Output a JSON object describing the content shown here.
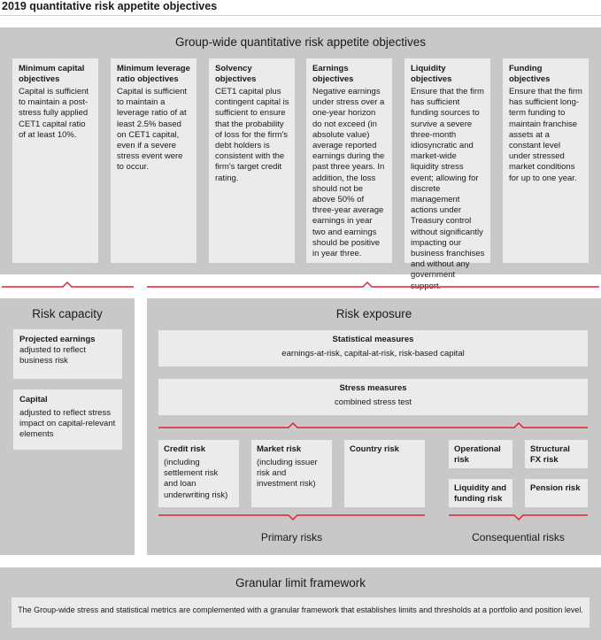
{
  "title": "2019 quantitative risk appetite objectives",
  "colors": {
    "accent": "#e5202e",
    "panel": "#c8c8c8",
    "card": "#ebebeb"
  },
  "group_wide": {
    "heading": "Group-wide quantitative risk appetite objectives",
    "objectives": [
      {
        "title": "Minimum capital objectives",
        "text": "Capital is sufficient to maintain a post-stress fully applied CET1 capital ratio of at least 10%."
      },
      {
        "title": "Minimum leverage ratio objectives",
        "text": "Capital is sufficient to maintain a leverage ratio of at least 2.5% based on CET1 capital, even if a severe stress event were to occur."
      },
      {
        "title": "Solvency objectives",
        "text": "CET1 capital plus contingent capital is sufficient to ensure that the probability of loss for the firm's debt holders is consistent with the firm's target credit rating."
      },
      {
        "title": "Earnings objectives",
        "text": "Negative earnings under stress over a one-year horizon do not exceed (in absolute value) average reported earnings during the past three years. In addition, the loss should not be above 50% of three-year average earnings in year two and earnings should be positive in year three."
      },
      {
        "title": "Liquidity objectives",
        "text": "Ensure that the firm has sufficient funding sources to survive a severe three-month idiosyncratic and market-wide liquidity stress event; allowing for discrete management actions under Treasury control without significantly impacting our business franchises and without any government support."
      },
      {
        "title": "Funding objectives",
        "text": "Ensure that the firm has sufficient long-term funding to maintain franchise assets at a constant level under stressed market conditions for up to one year."
      }
    ]
  },
  "risk_capacity": {
    "heading": "Risk capacity",
    "items": [
      {
        "title": "Projected earnings",
        "text": "adjusted to reflect business risk"
      },
      {
        "title": "Capital",
        "text": "adjusted to reflect stress impact on capital-relevant elements"
      }
    ]
  },
  "risk_exposure": {
    "heading": "Risk exposure",
    "statistical": {
      "title": "Statistical measures",
      "text": "earnings-at-risk, capital-at-risk, risk-based capital"
    },
    "stress": {
      "title": "Stress measures",
      "text": "combined stress test"
    },
    "primary": {
      "label": "Primary risks",
      "items": [
        {
          "title": "Credit risk",
          "text": "(including settlement risk and loan underwriting risk)"
        },
        {
          "title": "Market risk",
          "text": "(including issuer risk and investment risk)"
        },
        {
          "title": "Country risk",
          "text": ""
        }
      ]
    },
    "consequential": {
      "label": "Consequential risks",
      "items": [
        {
          "title": "Operational risk"
        },
        {
          "title": "Structural FX risk"
        },
        {
          "title": "Liquidity and funding risk"
        },
        {
          "title": "Pension risk"
        }
      ]
    }
  },
  "granular": {
    "heading": "Granular limit framework",
    "text": "The Group-wide stress and statistical metrics are complemented with a granular framework that establishes limits and thresholds at a portfolio and position level."
  }
}
